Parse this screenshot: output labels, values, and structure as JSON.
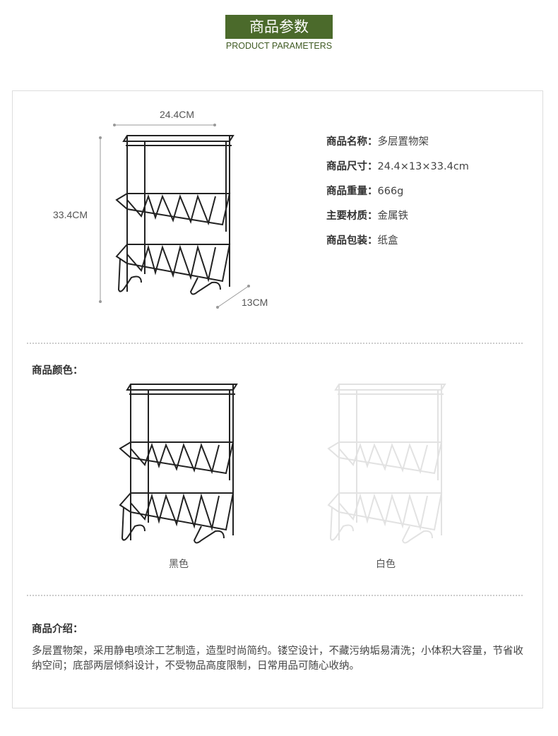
{
  "header": {
    "title": "商品参数",
    "subtitle": "PRODUCT PARAMETERS"
  },
  "dimensions": {
    "width": "24.4CM",
    "height": "33.4CM",
    "depth": "13CM"
  },
  "specs": [
    {
      "label": "商品名称：",
      "value": "多层置物架"
    },
    {
      "label": "商品尺寸：",
      "value": "24.4×13×33.4cm"
    },
    {
      "label": "商品重量：",
      "value": "666g"
    },
    {
      "label": "主要材质：",
      "value": "金属铁"
    },
    {
      "label": "商品包装：",
      "value": "纸盒"
    }
  ],
  "colors": {
    "heading": "商品颜色：",
    "options": [
      {
        "name": "黑色",
        "hex": "#222222"
      },
      {
        "name": "白色",
        "hex": "#e6e6e6"
      }
    ]
  },
  "intro": {
    "heading": "商品介绍：",
    "text": "多层置物架，采用静电喷涂工艺制造，造型时尚简约。镂空设计，不藏污纳垢易清洗；小体积大容量，节省收纳空间；底部两层倾斜设计，不受物品高度限制，日常用品可随心收纳。"
  },
  "accent": "#4b6a2b"
}
